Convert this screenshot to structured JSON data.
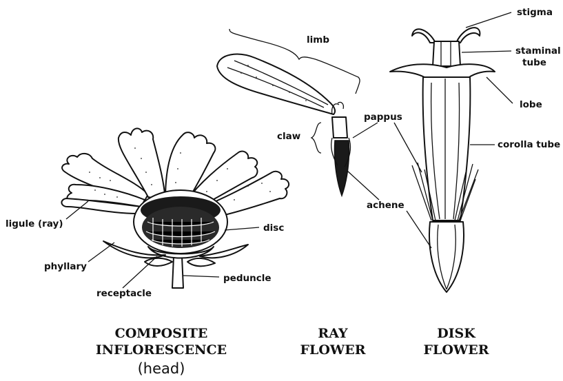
{
  "labels": {
    "limb": "limb",
    "claw": "claw",
    "pappus": "pappus",
    "achene": "achene",
    "stigma": "stigma",
    "staminal_1": "staminal",
    "staminal_2": "tube",
    "lobe": "lobe",
    "corolla_tube": "corolla tube",
    "ligule": "ligule (ray)",
    "disc": "disc",
    "phyllary": "phyllary",
    "peduncle": "peduncle",
    "receptacle": "receptacle"
  },
  "captions": {
    "composite_1": "COMPOSITE",
    "composite_2": "INFLORESCENCE",
    "composite_3": "(head)",
    "ray_1": "RAY",
    "ray_2": "FLOWER",
    "disk_1": "DISK",
    "disk_2": "FLOWER"
  }
}
